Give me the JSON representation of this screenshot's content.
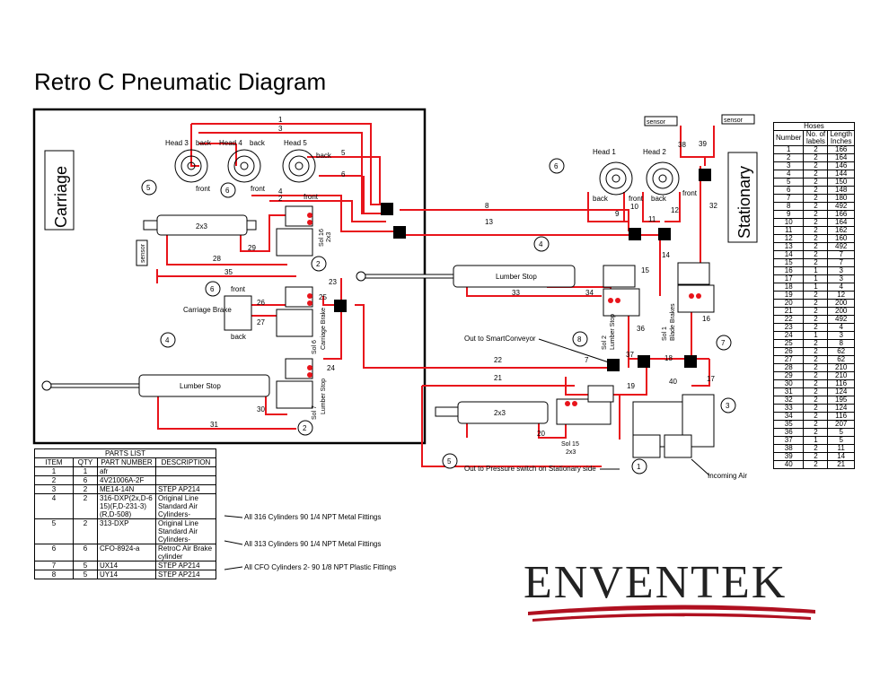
{
  "title": "Retro C Pneumatic Diagram",
  "sections": {
    "carriage": "Carriage",
    "stationary": "Stationary"
  },
  "labels": {
    "head3": "Head 3",
    "head4": "Head 4",
    "head5": "Head 5",
    "head1": "Head 1",
    "head2": "Head 2",
    "back": "back",
    "front": "front",
    "cyl_2x3": "2x3",
    "lumber_stop": "Lumber Stop",
    "carriage_brake": "Carriage Brake",
    "sensor": "sensor",
    "sol16": "Sol 16",
    "sol16b": "2x3",
    "sol6": "Sol 6",
    "sol6b": "Carriage Brake",
    "sol7": "Sol 7",
    "sol7b": "Lumber Stop",
    "sol2": "Sol 2",
    "sol2b": "Lumber Stop",
    "sol1": "Sol 1",
    "sol1b": "Blade Brakes",
    "sol15": "Sol 15",
    "sol15b": "2x3",
    "out_smart": "Out to SmartConveyor",
    "out_pressure": "Out to Pressure switch on Stationary side",
    "incoming_air": "Incoming Air"
  },
  "balloons": [
    "1",
    "2",
    "3",
    "4",
    "5",
    "6",
    "7",
    "8"
  ],
  "hose_numbers": [
    "1",
    "2",
    "3",
    "4",
    "5",
    "6",
    "7",
    "8",
    "9",
    "10",
    "11",
    "12",
    "13",
    "14",
    "15",
    "16",
    "17",
    "18",
    "19",
    "20",
    "21",
    "22",
    "23",
    "24",
    "25",
    "26",
    "27",
    "28",
    "29",
    "30",
    "31",
    "32",
    "33",
    "34",
    "35",
    "36",
    "37",
    "38",
    "39",
    "40"
  ],
  "parts_list": {
    "caption": "PARTS LIST",
    "headers": [
      "ITEM",
      "QTY",
      "PART NUMBER",
      "DESCRIPTION"
    ],
    "rows": [
      [
        "1",
        "1",
        "afr",
        ""
      ],
      [
        "2",
        "6",
        "4V21006A-2F",
        ""
      ],
      [
        "3",
        "2",
        "ME14-14N",
        "STEP AP214"
      ],
      [
        "4",
        "2",
        "316-DXP(2x,D-615)(F,D-231-3)(R,D-508)",
        "Original Line Standard Air Cylinders-"
      ],
      [
        "5",
        "2",
        "313-DXP",
        "Original Line Standard Air Cylinders-"
      ],
      [
        "6",
        "6",
        "CFO-8924-a",
        "RetroC Air Brake cylinder"
      ],
      [
        "7",
        "5",
        "UX14",
        "STEP AP214"
      ],
      [
        "8",
        "5",
        "UY14",
        "STEP AP214"
      ]
    ],
    "notes": [
      "All 316 Cylinders 90 1/4 NPT Metal Fittings",
      "All 313 Cylinders 90 1/4 NPT Metal Fittings",
      "All CFO Cylinders 2- 90 1/8 NPT Plastic Fittings"
    ]
  },
  "hoses_table": {
    "caption": "Hoses",
    "headers": [
      "Number",
      "No. of labels",
      "Length Inches"
    ],
    "rows": [
      [
        "1",
        "2",
        "166"
      ],
      [
        "2",
        "2",
        "164"
      ],
      [
        "3",
        "2",
        "146"
      ],
      [
        "4",
        "2",
        "144"
      ],
      [
        "5",
        "2",
        "150"
      ],
      [
        "6",
        "2",
        "148"
      ],
      [
        "7",
        "2",
        "180"
      ],
      [
        "8",
        "2",
        "492"
      ],
      [
        "9",
        "2",
        "166"
      ],
      [
        "10",
        "2",
        "164"
      ],
      [
        "11",
        "2",
        "162"
      ],
      [
        "12",
        "2",
        "160"
      ],
      [
        "13",
        "2",
        "492"
      ],
      [
        "14",
        "2",
        "7"
      ],
      [
        "15",
        "2",
        "7"
      ],
      [
        "16",
        "1",
        "3"
      ],
      [
        "17",
        "1",
        "3"
      ],
      [
        "18",
        "1",
        "4"
      ],
      [
        "19",
        "2",
        "12"
      ],
      [
        "20",
        "2",
        "200"
      ],
      [
        "21",
        "2",
        "200"
      ],
      [
        "22",
        "2",
        "492"
      ],
      [
        "23",
        "2",
        "4"
      ],
      [
        "24",
        "1",
        "3"
      ],
      [
        "25",
        "2",
        "8"
      ],
      [
        "26",
        "2",
        "62"
      ],
      [
        "27",
        "2",
        "62"
      ],
      [
        "28",
        "2",
        "210"
      ],
      [
        "29",
        "2",
        "210"
      ],
      [
        "30",
        "2",
        "116"
      ],
      [
        "31",
        "2",
        "124"
      ],
      [
        "32",
        "2",
        "195"
      ],
      [
        "33",
        "2",
        "124"
      ],
      [
        "34",
        "2",
        "116"
      ],
      [
        "35",
        "2",
        "207"
      ],
      [
        "36",
        "2",
        "5"
      ],
      [
        "37",
        "1",
        "5"
      ],
      [
        "38",
        "2",
        "11"
      ],
      [
        "39",
        "2",
        "14"
      ],
      [
        "40",
        "2",
        "21"
      ]
    ]
  },
  "logo": "ENVENTEK",
  "colors": {
    "hose": "#e8141b",
    "logo_swoosh": "#b01020"
  }
}
